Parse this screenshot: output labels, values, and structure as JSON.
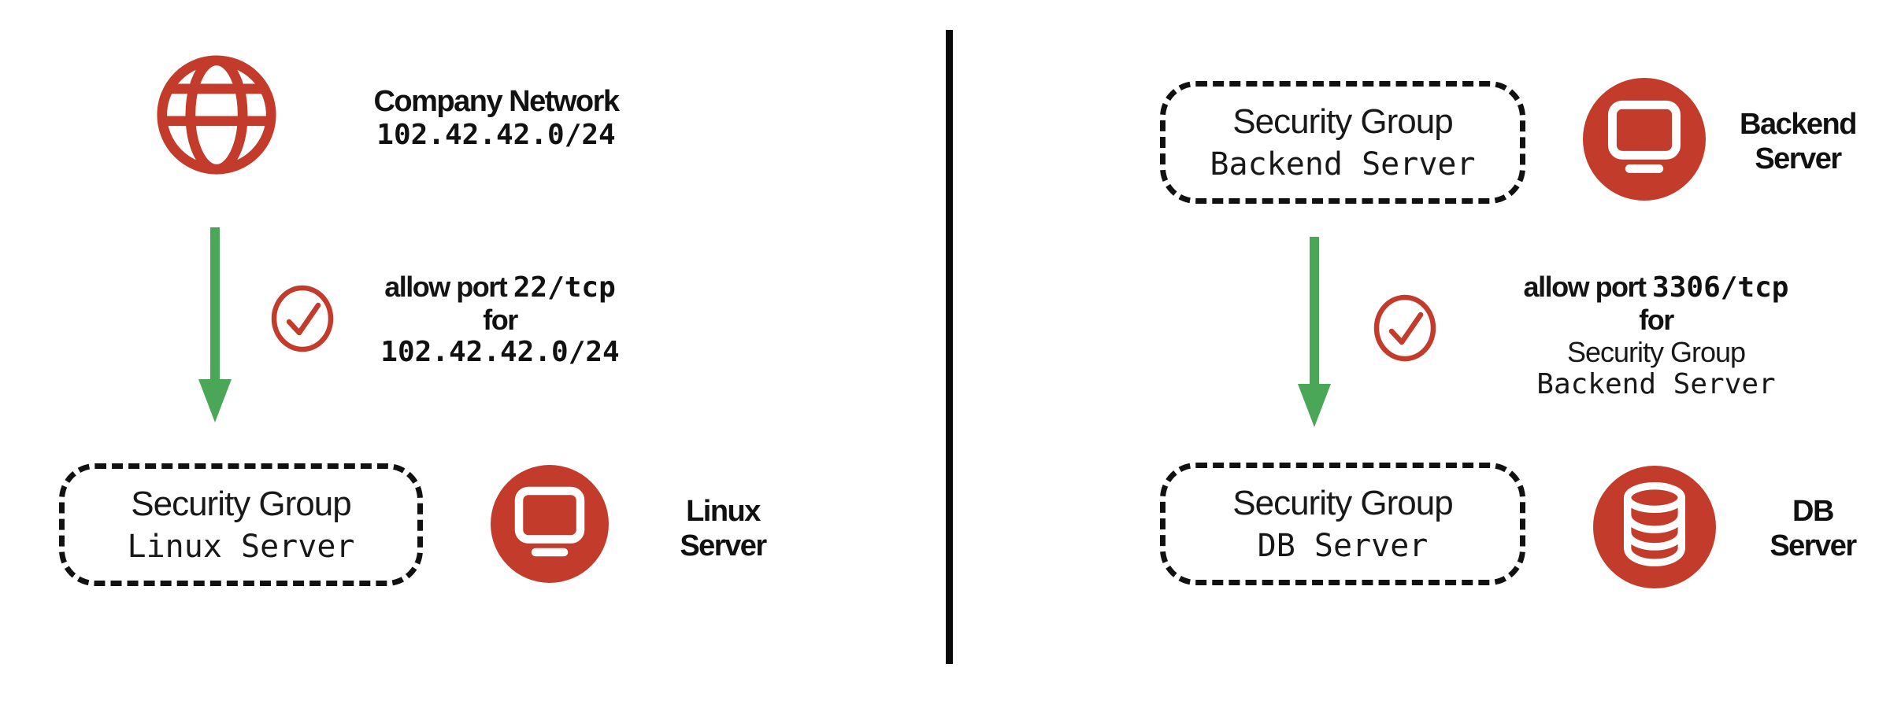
{
  "colors": {
    "red": "#c23b2b",
    "green": "#4ba758",
    "black": "#111111",
    "white": "#ffffff"
  },
  "icons": {
    "company_network": "globe-icon",
    "rule_allowed": "check-circle-icon",
    "traffic_flow": "arrow-down-icon",
    "linux_server": "monitor-icon",
    "backend_server": "monitor-icon",
    "db_server": "database-icon"
  },
  "left": {
    "source": {
      "title": "Company Network",
      "cidr": "102.42.42.0/24"
    },
    "rule": {
      "prefix": "allow port ",
      "port": "22/tcp",
      "for_label": "for",
      "target": "102.42.42.0/24"
    },
    "security_group": {
      "label": "Security Group",
      "name": "Linux Server"
    },
    "server_label": {
      "line1": "Linux",
      "line2": "Server"
    }
  },
  "right": {
    "source_group": {
      "label": "Security Group",
      "name": "Backend Server"
    },
    "source_label": {
      "line1": "Backend",
      "line2": "Server"
    },
    "rule": {
      "prefix": "allow port ",
      "port": "3306/tcp",
      "for_label": "for",
      "target_label": "Security Group",
      "target_name": "Backend Server"
    },
    "security_group": {
      "label": "Security Group",
      "name": "DB Server"
    },
    "server_label": {
      "line1": "DB",
      "line2": "Server"
    }
  }
}
